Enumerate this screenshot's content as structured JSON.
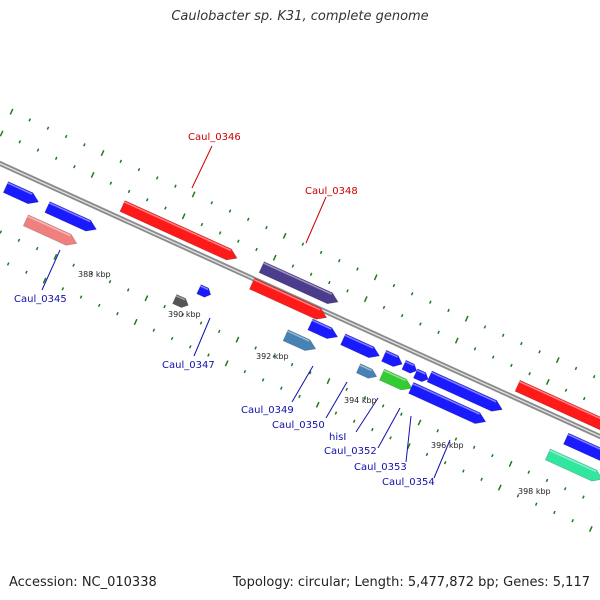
{
  "title": "Caulobacter sp. K31, complete genome",
  "footer": {
    "accession": "Accession: NC_010338",
    "summary": "Topology: circular; Length: 5,477,872 bp; Genes: 5,117"
  },
  "colors": {
    "backbone": "#8c8c8c",
    "tick": "#1f7a1f",
    "label_red": "#cc0000",
    "label_blue": "#1010aa"
  },
  "tick_labels": [
    "388 kbp",
    "390 kbp",
    "392 kbp",
    "394 kbp",
    "396 kbp",
    "398 kbp"
  ],
  "gene_labels": [
    {
      "text": "Caul_0346",
      "color": "red"
    },
    {
      "text": "Caul_0348",
      "color": "red"
    },
    {
      "text": "Caul_0345",
      "color": "blue"
    },
    {
      "text": "Caul_0347",
      "color": "blue"
    },
    {
      "text": "Caul_0349",
      "color": "blue"
    },
    {
      "text": "Caul_0350",
      "color": "blue"
    },
    {
      "text": "hisI",
      "color": "blue"
    },
    {
      "text": "Caul_0352",
      "color": "blue"
    },
    {
      "text": "Caul_0353",
      "color": "blue"
    },
    {
      "text": "Caul_0354",
      "color": "blue"
    }
  ]
}
